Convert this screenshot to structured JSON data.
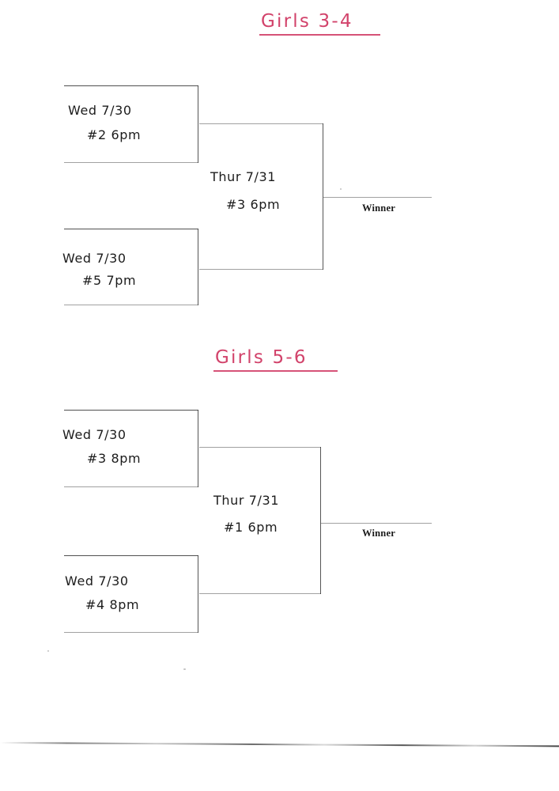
{
  "document": {
    "type": "handwritten-tournament-bracket-scan",
    "ink_color_title": "#d2436b",
    "ink_color_lines": "#2a2a2a",
    "background": "#ffffff"
  },
  "brackets": [
    {
      "id": "girls-3-4",
      "title": "Girls 3-4",
      "round1": [
        {
          "id": "g34-game-2",
          "line1": "Wed 7/30",
          "line2": "#2 6pm"
        },
        {
          "id": "g34-game-5",
          "line1": "Wed 7/30",
          "line2": "#5 7pm"
        }
      ],
      "final": {
        "id": "g34-game-3",
        "line1": "Thur 7/31",
        "line2": "#3 6pm"
      },
      "winner_label": "Winner"
    },
    {
      "id": "girls-5-6",
      "title": "Girls 5-6",
      "round1": [
        {
          "id": "g56-game-3",
          "line1": "Wed 7/30",
          "line2": "#3 8pm"
        },
        {
          "id": "g56-game-4",
          "line1": "Wed 7/30",
          "line2": "#4 8pm"
        }
      ],
      "final": {
        "id": "g56-game-1",
        "line1": "Thur 7/31",
        "line2": "#1 6pm"
      },
      "winner_label": "Winner"
    }
  ]
}
